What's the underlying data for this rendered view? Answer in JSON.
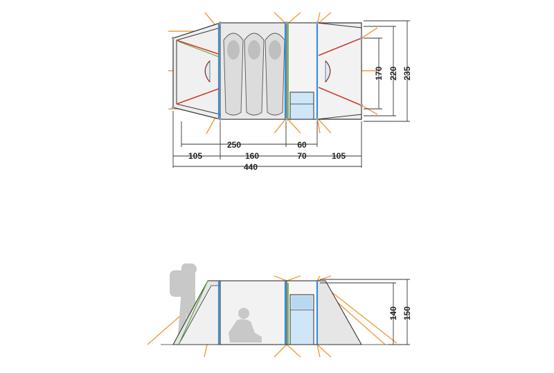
{
  "colors": {
    "guy": "#f29a3a",
    "pole_blue": "#3a8fd6",
    "pole_green": "#5aa83a",
    "pole_red": "#d23a2e",
    "outline": "#333333",
    "fill_light": "#eeeeee",
    "fill_mid": "#d8d8d8",
    "window": "#cfe6f7",
    "silhouette": "#c8c8c8"
  },
  "top_view": {
    "horizontal_dims": {
      "row1": [
        "250",
        "60"
      ],
      "row2": [
        "105",
        "160",
        "70",
        "105"
      ],
      "row3": [
        "440"
      ]
    },
    "vertical_dims": [
      "170",
      "220",
      "235"
    ]
  },
  "side_view": {
    "vertical_dims": [
      "140",
      "150"
    ]
  }
}
